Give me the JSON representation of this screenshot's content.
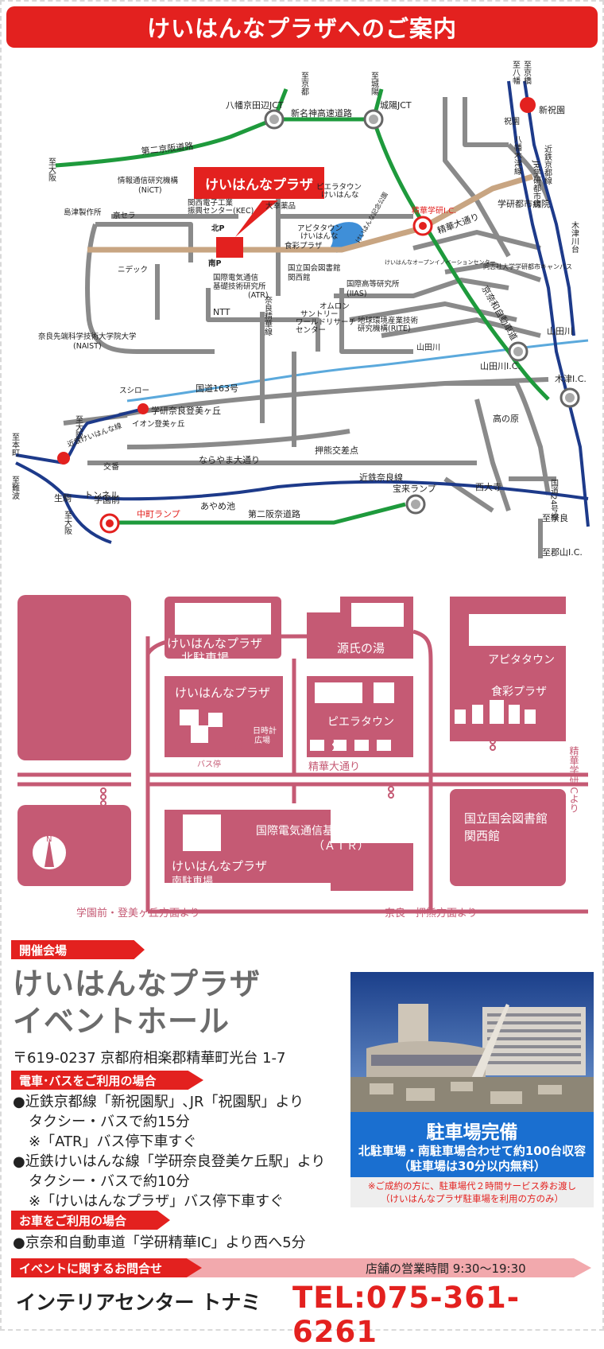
{
  "title": "けいはんなプラザへのご案内",
  "map": {
    "callout": "けいはんなプラザ",
    "ic_labels": {
      "yawata": "八幡京田辺JCT",
      "meishin": "新名神高速道路",
      "joyo": "城陽JCT",
      "seika_ic": "精華学研I.C.",
      "yamadagawa_ic": "山田川I.C.",
      "kizu_ic": "木津I.C.",
      "daini_keihan": "第二京阪道路",
      "daini_hanna": "第二阪奈道路",
      "nakamachi": "中町ランプ",
      "horai": "宝来ランプ",
      "koriyama": "至郡山I.C.",
      "keina": "京奈和自動車道"
    },
    "destinations": {
      "kyoto": "至京都",
      "joyo_dir": "至城陽",
      "hachiman": "至八幡",
      "kyobashi": "至京橋",
      "osaka1": "至大阪",
      "osaka2": "至大阪",
      "osaka3": "至大阪",
      "honmachi": "至本町",
      "namba": "至難波",
      "nara": "至奈良"
    },
    "stations": {
      "shinhosono": "新祝園",
      "hosono": "祝園",
      "gakken_nara": "学研奈良登美ヶ丘",
      "ikoma": "生駒",
      "gakuenmae": "学園前",
      "ayameike": "あやめ池",
      "yamadagawa": "山田川",
      "takanohara": "高の原",
      "saidaiji": "西大寺",
      "kizugawadai": "木津川台",
      "gakkentoshi": "学研都市病院"
    },
    "roads": {
      "seika_odori": "精華大通り",
      "hachiman_kizu": "八幡木津線",
      "kokudo163": "国道163号",
      "kokudo24": "国道24号線",
      "narayama": "ならやま大通り",
      "oshikuma": "押熊交差点",
      "nara_seika": "奈良精華線",
      "kintetsu_nara": "近鉄奈良線",
      "kintetsu_kyoto": "近鉄京都線",
      "jr_gakken": "JR学研都市線",
      "keihanna_line": "近鉄けいはんな線",
      "yamadagawa_river": "山田川",
      "tunnel": "トンネル",
      "kouban": "交番"
    },
    "facilities": {
      "nict1": "情報通信研究機構",
      "nict2": "(NiCT)",
      "shimadzu": "島津製作所",
      "kyocera": "京セラ",
      "nidec": "ニデック",
      "kec1": "関西電子工業",
      "kec2": "振興センター(KEC)",
      "kita_p": "北P",
      "minami_p": "南P",
      "atr1": "国際電気通信",
      "atr2": "基礎技術研究所",
      "atr3": "(ATR)",
      "ntt": "NTT",
      "daiwa": "大幸薬品",
      "pieratown1": "ピエラタウン",
      "pieratown2": "けいはんな",
      "apita1": "アピタタウン",
      "apita2": "けいはんな",
      "shokusai": "食彩プラザ",
      "park": "けいはんな記念公園",
      "doshisha": "同志社大学学研都市キャンパス",
      "ndl1": "国立国会図書館",
      "ndl2": "関西館",
      "iias1": "国際高等研究所",
      "iias2": "(IIAS)",
      "omron": "オムロン",
      "suntory1": "サントリー",
      "suntory2": "ワールドリサーチ",
      "suntory3": "センター",
      "rite1": "地球環境産業技術",
      "rite2": "研究機構(RITE)",
      "naist1": "奈良先端科学技術大学院大学",
      "naist2": "(NAIST)",
      "sushiro": "スシロー",
      "aeon": "イオン登美ヶ丘",
      "open_center": "けいはんなオープンイノベーションセンター"
    }
  },
  "site": {
    "north_parking_1": "けいはんなプラザ",
    "north_parking_2": "北駐車場",
    "genji": "源氏の湯",
    "apita": "アピタタウン",
    "shokusai": "食彩プラザ",
    "plaza": "けいはんなプラザ",
    "clock": "日時計",
    "clock2": "広場",
    "bus": "バス停",
    "piera": "ピエラタウン",
    "seika": "精華大通り",
    "from_ic": "精華学研ICより",
    "atr_1": "国際電気通信基礎技術研究所",
    "atr_2": "（ＡＴＲ）",
    "ndl_1": "国立国会図書館",
    "ndl_2": "関西館",
    "south_parking_1": "けいはんなプラザ",
    "south_parking_2": "南駐車場",
    "from_gakuen": "学園前・登美ヶ丘方面より",
    "from_nara": "奈良・押熊方面より",
    "north": "N"
  },
  "info": {
    "venue_tag": "開催会場",
    "venue_line1": "けいはんなプラザ",
    "venue_line2": "イベントホール",
    "address": "〒619-0237 京都府相楽郡精華町光台 1-7",
    "train_tag": "電車･バスをご利用の場合",
    "train": [
      "●近鉄京都線「新祝園駅」､JR「祝園駅」より",
      "タクシー・バスで約15分",
      "※「ATR」バス停下車すぐ",
      "●近鉄けいはんな線「学研奈良登美ケ丘駅」より",
      "タクシー・バスで約10分",
      "※「けいはんなプラザ」バス停下車すぐ"
    ],
    "car_tag": "お車をご利用の場合",
    "car": "●京奈和自動車道「学研精華IC」より西へ5分",
    "parking_title": "駐車場完備",
    "parking_1": "北駐車場・南駐車場合わせて約100台収容",
    "parking_2": "（駐車場は30分以内無料）",
    "note_1": "※ご成約の方に、駐車場代２時間サービス券お渡し",
    "note_2": "（けいはんなプラザ駐車場を利用の方のみ）",
    "inquiry_tag": "イベントに関するお問合せ",
    "hours": "店舗の営業時間 9:30〜19:30",
    "shop": "インテリアセンター トナミ",
    "tel": "TEL:075-361-6261"
  },
  "colors": {
    "accent_red": "#e3211f",
    "highway_green": "#1e9a3c",
    "main_road": "#c8a582",
    "site_pink": "#c55a74",
    "rail_blue": "#1d3a8a",
    "river_blue": "#5ba9dc",
    "parking_blue": "#1a6fd0"
  }
}
